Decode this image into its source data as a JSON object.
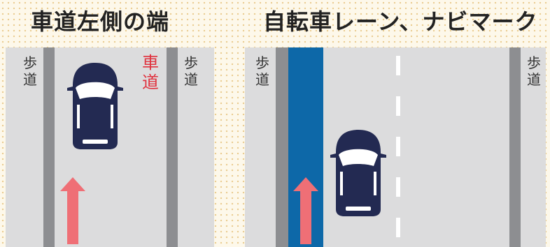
{
  "left": {
    "title": "車道左側の端",
    "sidewalk_left": "歩道",
    "sidewalk_right": "歩道",
    "road_label": "車道"
  },
  "right": {
    "title": "自転車レーン、ナビマーク",
    "sidewalk_left": "歩道",
    "sidewalk_right": "歩道"
  },
  "colors": {
    "road": "#dcdcdd",
    "curb": "#8d8e91",
    "bike_lane": "#0d68a8",
    "car_body": "#232a52",
    "arrow": "#ef6f76",
    "road_label": "#e0323e"
  }
}
